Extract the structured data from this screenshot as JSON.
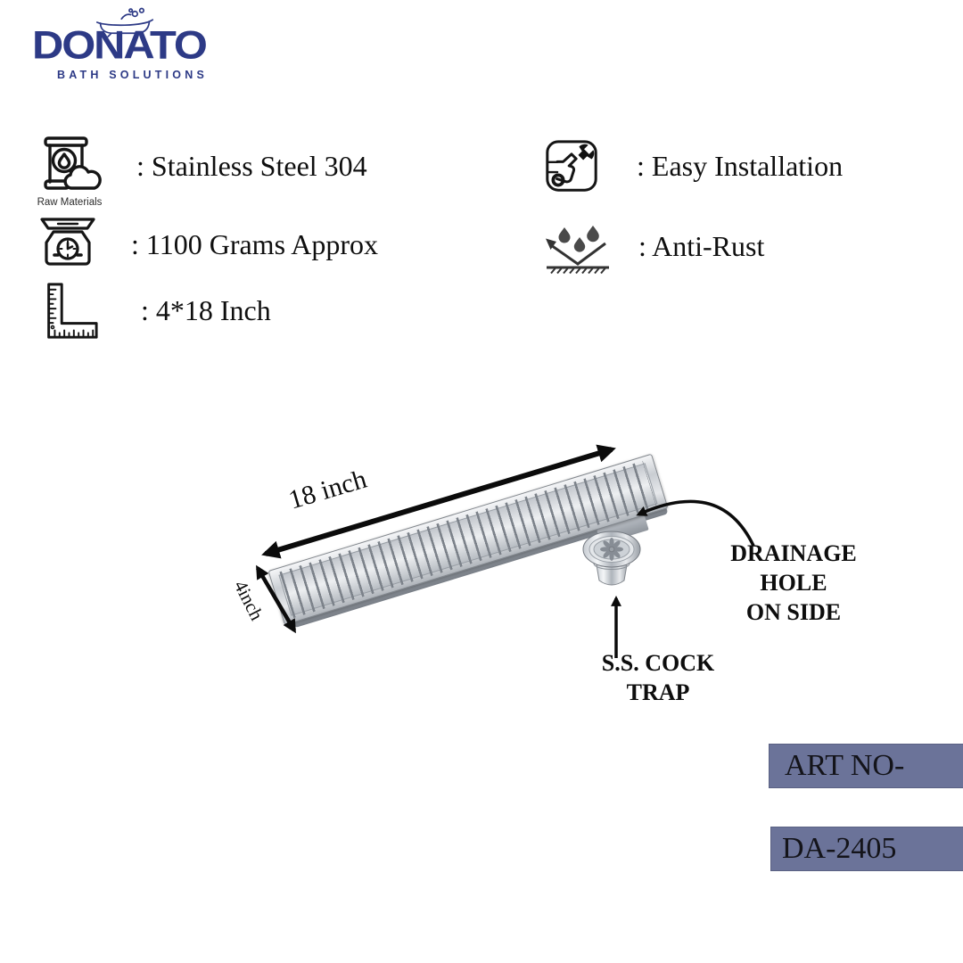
{
  "brand": {
    "name": "DONATO",
    "tagline": "BATH SOLUTIONS",
    "color": "#2d3a86",
    "logo_icon": "bathtub-icon"
  },
  "features": {
    "left": [
      {
        "icon": "raw-materials-icon",
        "caption": "Raw Materials",
        "text": ": Stainless Steel 304"
      },
      {
        "icon": "weighing-scale-icon",
        "text": ": 1100 Grams Approx"
      },
      {
        "icon": "measuring-square-icon",
        "text": ": 4*18 Inch"
      }
    ],
    "right": [
      {
        "icon": "easy-installation-icon",
        "text": ": Easy Installation"
      },
      {
        "icon": "anti-rust-icon",
        "text": ": Anti-Rust"
      }
    ]
  },
  "diagram": {
    "length_label": "18 inch",
    "width_label": "4inch",
    "drainage_note": [
      "DRAINAGE HOLE",
      "ON SIDE"
    ],
    "trap_note": [
      "S.S. COCK",
      "TRAP"
    ]
  },
  "footer": {
    "art_label": "ART NO-",
    "art_value": "DA-2405",
    "box_color": "#6b7399"
  }
}
